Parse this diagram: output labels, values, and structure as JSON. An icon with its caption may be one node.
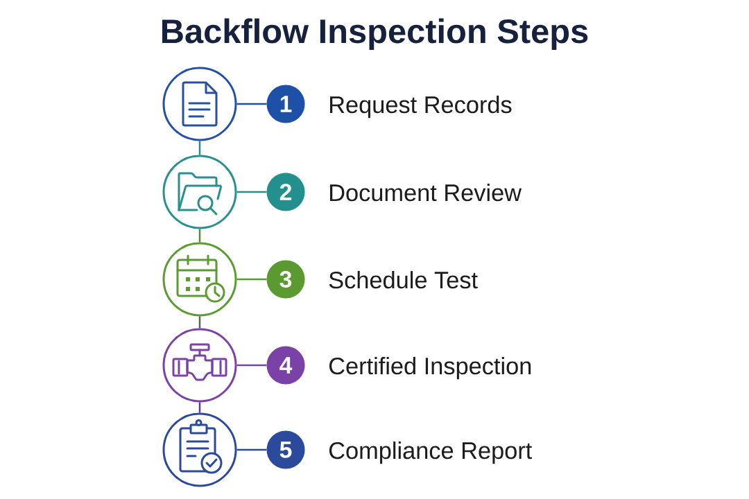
{
  "diagram": {
    "title": "Backflow Inspection Steps",
    "nodes": [
      {
        "text": [],
        "shape": "circle"
      },
      {
        "text": [
          "1"
        ],
        "beside": [
          "Request Records"
        ]
      },
      {
        "text": [],
        "shape": "circle"
      },
      {
        "text": [
          "2"
        ],
        "beside": [
          "Document Review"
        ]
      },
      {
        "text": [],
        "shape": "circle"
      },
      {
        "text": [
          "3"
        ],
        "beside": [
          "Schedule Test"
        ]
      },
      {
        "text": [],
        "shape": "circle"
      },
      {
        "text": [
          "4"
        ],
        "beside": [
          "Certified Inspection"
        ]
      },
      {
        "text": [],
        "shape": "circle"
      },
      {
        "text": [
          "5"
        ],
        "beside": [
          "Compliance Report"
        ]
      }
    ],
    "edges": [
      {
        "from": 0,
        "to": 1,
        "arrow": "none",
        "color": "#1f4fa6"
      },
      {
        "from": 0,
        "to": 2,
        "arrow": "none",
        "color": "#2a8c8c"
      },
      {
        "from": 2,
        "to": 3,
        "arrow": "none",
        "color": "#23908e"
      },
      {
        "from": 2,
        "to": 4,
        "arrow": "none",
        "color": "#4f8f34"
      },
      {
        "from": 4,
        "to": 5,
        "arrow": "none",
        "color": "#5b9a31"
      },
      {
        "from": 4,
        "to": 6,
        "arrow": "none",
        "color": "#4f6a45"
      },
      {
        "from": 6,
        "to": 7,
        "arrow": "none",
        "color": "#7a41a6"
      },
      {
        "from": 6,
        "to": 8,
        "arrow": "none",
        "color": "#5a3d92"
      },
      {
        "from": 8,
        "to": 9,
        "arrow": "none",
        "color": "#2c4a9b"
      }
    ]
  }
}
